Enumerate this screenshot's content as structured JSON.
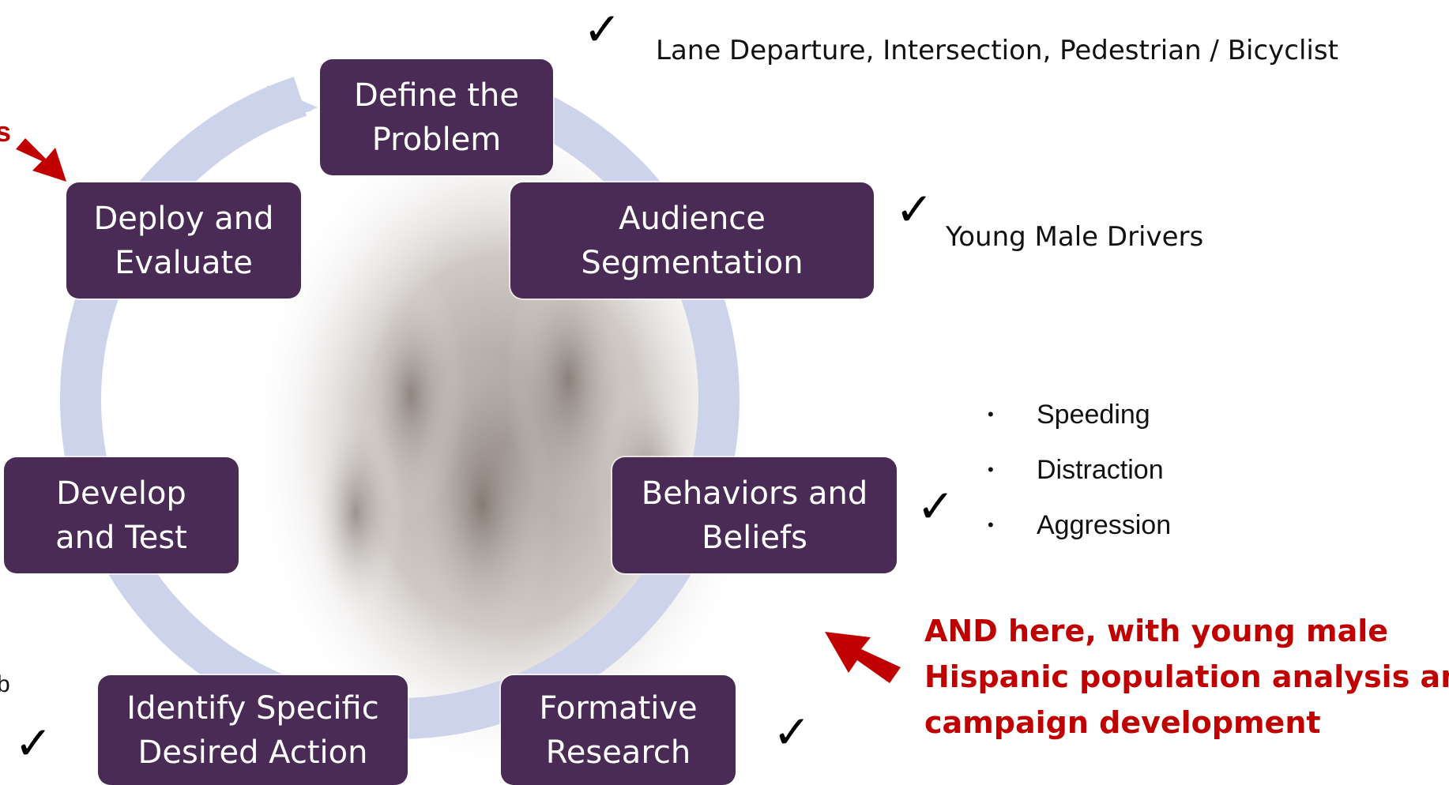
{
  "steps": {
    "define": [
      "Define the",
      "Problem"
    ],
    "audience": [
      "Audience",
      "Segmentation"
    ],
    "behaviors": [
      "Behaviors and",
      "Beliefs"
    ],
    "formative": [
      "Formative",
      "Research"
    ],
    "identify": [
      "Identify Specific",
      "Desired Action"
    ],
    "develop": [
      "Develop",
      "and Test"
    ],
    "deploy": [
      "Deploy and",
      "Evaluate"
    ]
  },
  "notes": {
    "problem": "Lane Departure, Intersection, Pedestrian / Bicyclist",
    "audience": "Young Male Drivers",
    "behaviors": [
      "Speeding",
      "Distraction",
      "Aggression"
    ],
    "bullet_glyph": "•",
    "check_glyph": "✓",
    "left_partial_red": "s",
    "left_partial_black": "b"
  },
  "callout": {
    "lines": [
      "AND here, with young male",
      "Hispanic population analysis and",
      "campaign development"
    ]
  },
  "colors": {
    "box_fill": "#4a2b56",
    "box_text": "#ffffff",
    "cycle_arrow": "#cdd3ea",
    "callout_red": "#c00000",
    "arrow_red": "#c00000"
  },
  "icons": [
    "check-icon",
    "red-arrow-icon",
    "cycle-arrow-icon"
  ]
}
